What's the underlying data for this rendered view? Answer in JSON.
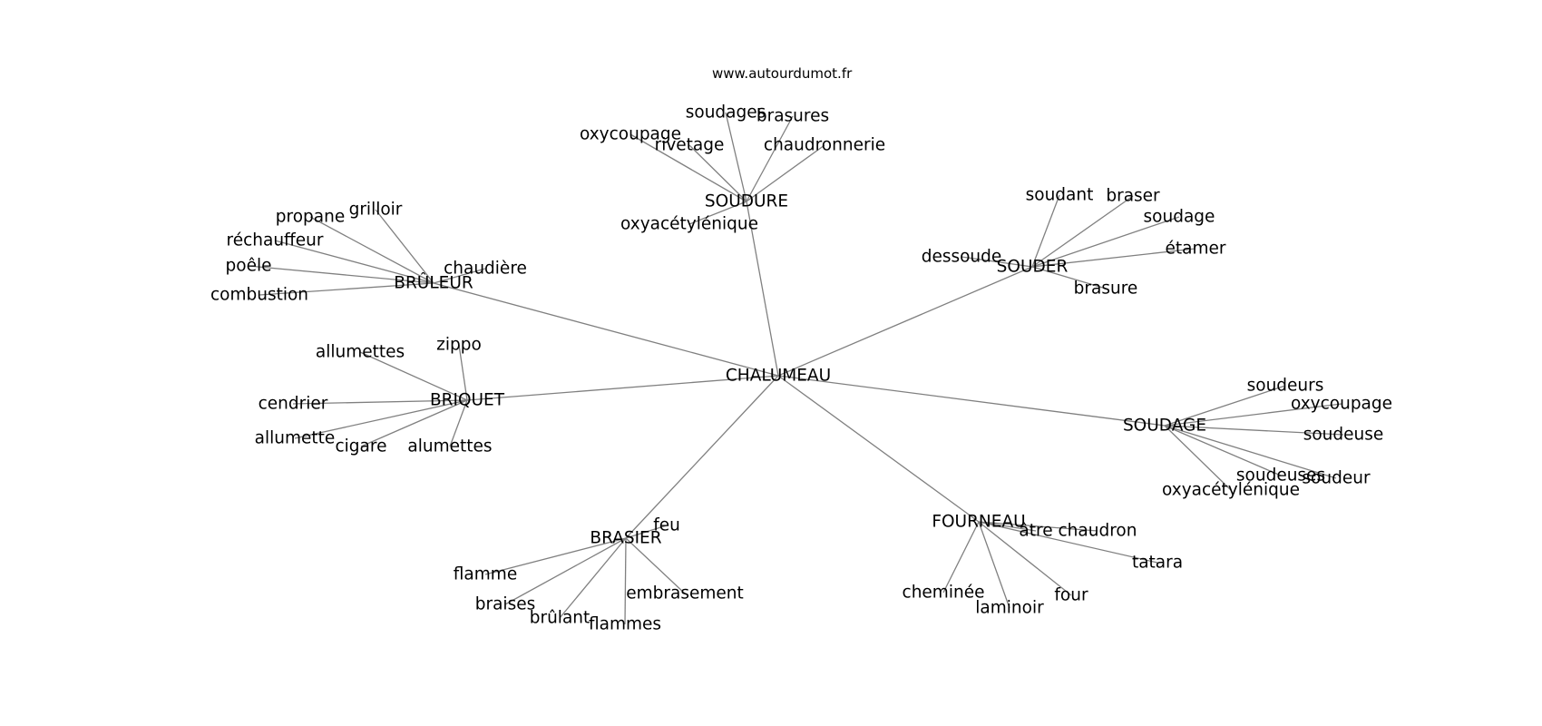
{
  "watermark": "www.autourdumot.fr",
  "center": "CHALUMEAU",
  "clusters": [
    {
      "label": "SOUDURE",
      "words": [
        "soudages",
        "brasures",
        "oxycoupage",
        "rivetage",
        "chaudronnerie",
        "oxyacétylénique"
      ]
    },
    {
      "label": "SOUDER",
      "words": [
        "soudant",
        "braser",
        "soudage",
        "étamer",
        "dessoude",
        "brasure"
      ]
    },
    {
      "label": "BRÛLEUR",
      "words": [
        "grilloir",
        "propane",
        "réchauffeur",
        "poêle",
        "combustion",
        "chaudière"
      ]
    },
    {
      "label": "BRIQUET",
      "words": [
        "zippo",
        "allumettes",
        "cendrier",
        "allumette",
        "cigare",
        "alumettes"
      ]
    },
    {
      "label": "SOUDAGE",
      "words": [
        "soudeurs",
        "oxycoupage",
        "soudeuse",
        "soudeuses",
        "soudeur",
        "oxyacétylénique"
      ]
    },
    {
      "label": "FOURNEAU",
      "words": [
        "âtre",
        "chaudron",
        "tatara",
        "cheminée",
        "laminoir",
        "four"
      ]
    },
    {
      "label": "BRASIER",
      "words": [
        "feu",
        "flamme",
        "braises",
        "brûlant",
        "flammes",
        "embrasement"
      ]
    }
  ]
}
